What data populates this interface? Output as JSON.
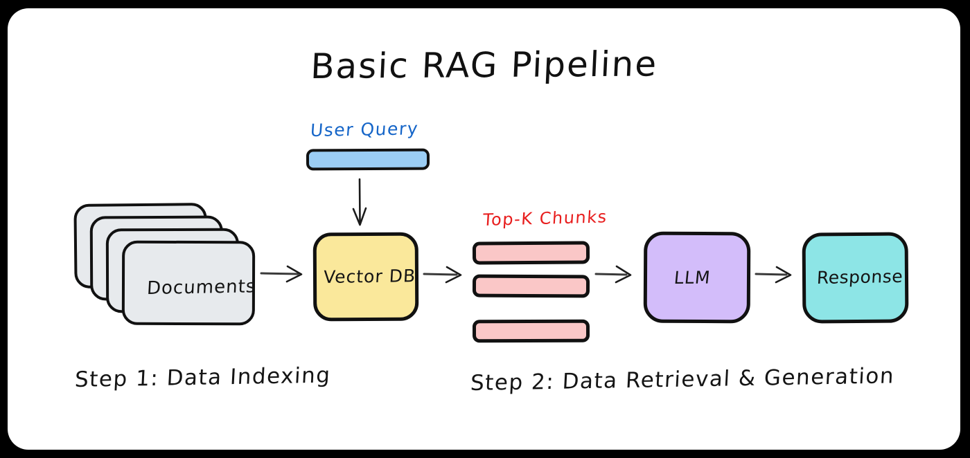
{
  "diagram": {
    "title": "Basic RAG Pipeline",
    "frame": {
      "background_color": "#000000",
      "canvas_color": "#ffffff"
    },
    "nodes": {
      "user_query": {
        "label": "User Query",
        "label_color": "#1565c8",
        "fill": "#9BCDF4",
        "shape": "rounded-bar"
      },
      "documents": {
        "label": "Documents",
        "fill": "#E7EAED",
        "shape": "card-stack",
        "card_count": 4
      },
      "vector_db": {
        "label": "Vector DB",
        "fill": "#FAE89B",
        "shape": "rounded-square"
      },
      "chunks": {
        "label": "Top-K Chunks",
        "label_color": "#E81E1E",
        "fill": "#FAC7C7",
        "shape": "rounded-bar",
        "bar_count": 3
      },
      "llm": {
        "label": "LLM",
        "fill": "#D3BDFA",
        "shape": "rounded-square"
      },
      "response": {
        "label": "Response",
        "fill": "#8DE5E6",
        "shape": "rounded-square"
      }
    },
    "captions": {
      "step1": "Step 1: Data Indexing",
      "step2": "Step 2: Data Retrieval & Generation"
    },
    "arrows": {
      "query_to_vectordb": "down-arrow",
      "documents_to_vectordb": "right-arrow",
      "vectordb_to_chunks": "right-arrow",
      "chunks_to_llm": "right-arrow",
      "llm_to_response": "right-arrow"
    }
  }
}
